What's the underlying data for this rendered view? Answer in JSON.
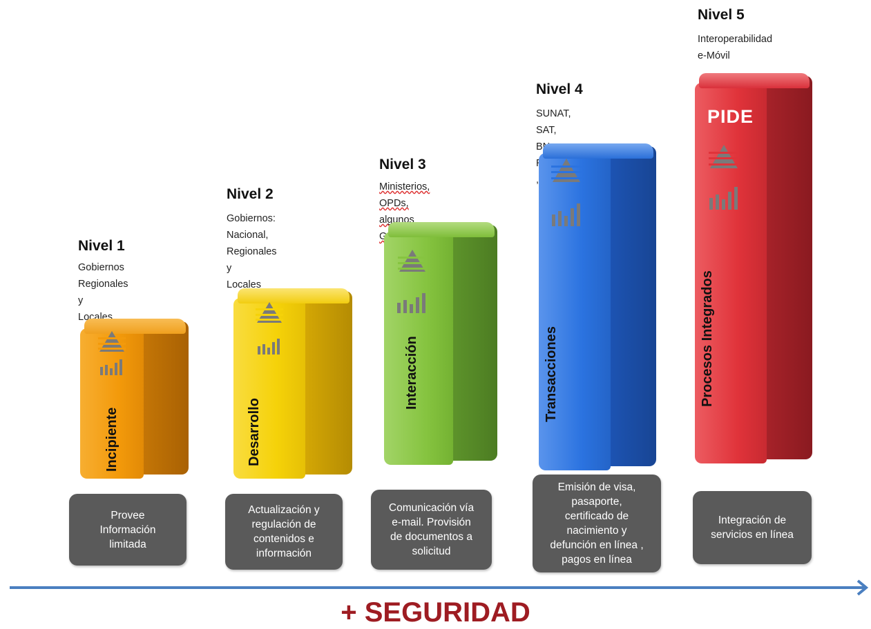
{
  "levels": [
    {
      "title": "Nivel 1",
      "description": "Gobiernos\nRegionales y\nLocales",
      "bar_label": "Incipiente",
      "box_text": "Provee\nInformación\nlimitada",
      "color": "#f39a0b",
      "color_side": "#c77806",
      "color_top": "#f7b03a"
    },
    {
      "title": "Nivel 2",
      "description": "Gobiernos:\nNacional,\nRegionales y\nLocales",
      "bar_label": "Desarrollo",
      "box_text": "Actualización y\nregulación de\ncontenidos e\ninformación",
      "color": "#f5d209",
      "color_side": "#d7aa05",
      "color_top": "#f8de3c"
    },
    {
      "title": "Nivel 3",
      "description": "Ministerios, OPDs,\nalgunos Gobiernos",
      "bar_label": "Interacción",
      "box_text": "Comunicación vía\ne-mail. Provisión\nde documentos a\nsolicitud",
      "color": "#86c440",
      "color_side": "#5f962c",
      "color_top": "#a3d466"
    },
    {
      "title": "Nivel 4",
      "description": "SUNAT, SAT, BN,\nRENIEC ,etc.",
      "bar_label": "Transacciones",
      "box_text": "Emisión de visa,\npasaporte,\ncertificado de\nnacimiento y\ndefunción en línea ,\npagos en línea",
      "color": "#2b73e0",
      "color_side": "#1d55b6",
      "color_top": "#5a93ec"
    },
    {
      "title": "Nivel 5",
      "description": "Interoperabilidad\ne-Móvil",
      "bar_label": "Procesos Integrados",
      "box_text": "Integración de\nservicios en línea",
      "color": "#e0333a",
      "color_side": "#a9232a",
      "color_top": "#ec5a5f",
      "badge": "PIDE"
    }
  ],
  "footer": "+ SEGURIDAD",
  "arrow_color": "#4a7fc0",
  "icons": [
    "pyramid-icon",
    "bar-chart-icon"
  ]
}
